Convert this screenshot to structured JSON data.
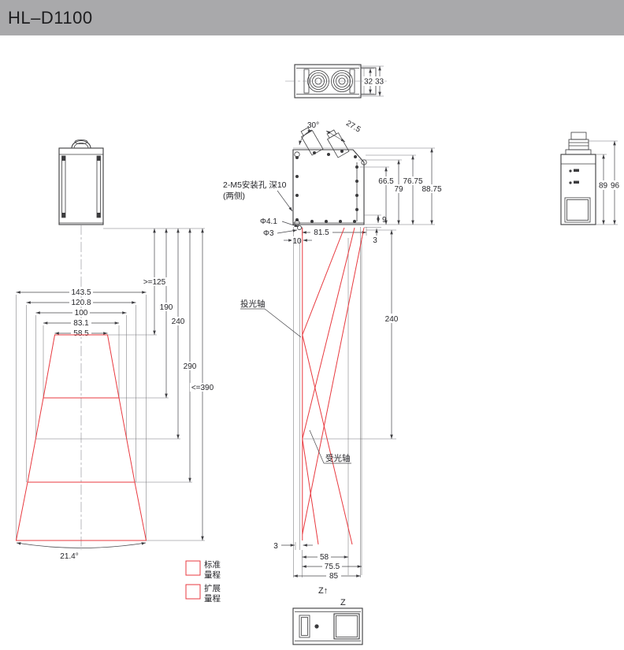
{
  "header": {
    "title": "HL–D1100"
  },
  "labels": {
    "mount_hole": "2-M5安装孔 深10",
    "both_sides": "(两侧)",
    "phi_4_1": "Φ4.1",
    "phi_3": "Φ3",
    "emitter_axis": "投光轴",
    "receiver_axis": "受光轴",
    "z_up": "Z↑",
    "z": "Z",
    "legend_std_1": "标准",
    "legend_std_2": "量程",
    "legend_ext_1": "扩展",
    "legend_ext_2": "量程"
  },
  "dims": {
    "top_32": "32",
    "top_33": "33",
    "angle_30": "30°",
    "d27_5": "27.5",
    "d66_5": "66.5",
    "d79": "79",
    "d76_75": "76.75",
    "d88_75": "88.75",
    "d9": "9",
    "d3_side": "3",
    "d81_5": "81.5",
    "d10": "10",
    "d240_mid": "240",
    "d3_bottom": "3",
    "d58": "58",
    "d75_5": "75.5",
    "d85": "85",
    "w143_5": "143.5",
    "w120_8": "120.8",
    "w100": "100",
    "w83_1": "83.1",
    "w58_5": "58.5",
    "range_min": ">=125",
    "r190": "190",
    "r240": "240",
    "r290": "290",
    "range_max": "<=390",
    "angle_21_4": "21.4°",
    "d89": "89",
    "d96": "96"
  },
  "colors": {
    "accent_red": "#e8393f",
    "header_bg": "#a9a9ab",
    "line": "#3b3b3d"
  }
}
